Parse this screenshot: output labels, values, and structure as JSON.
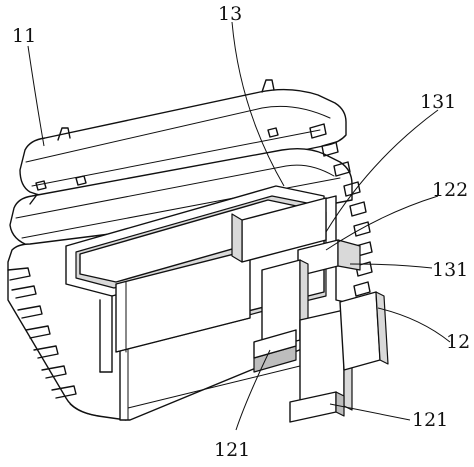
{
  "labels": {
    "l11": "11",
    "l13": "13",
    "l131a": "131",
    "l122": "122",
    "l131b": "131",
    "l12": "12",
    "l121a": "121",
    "l121b": "121"
  }
}
